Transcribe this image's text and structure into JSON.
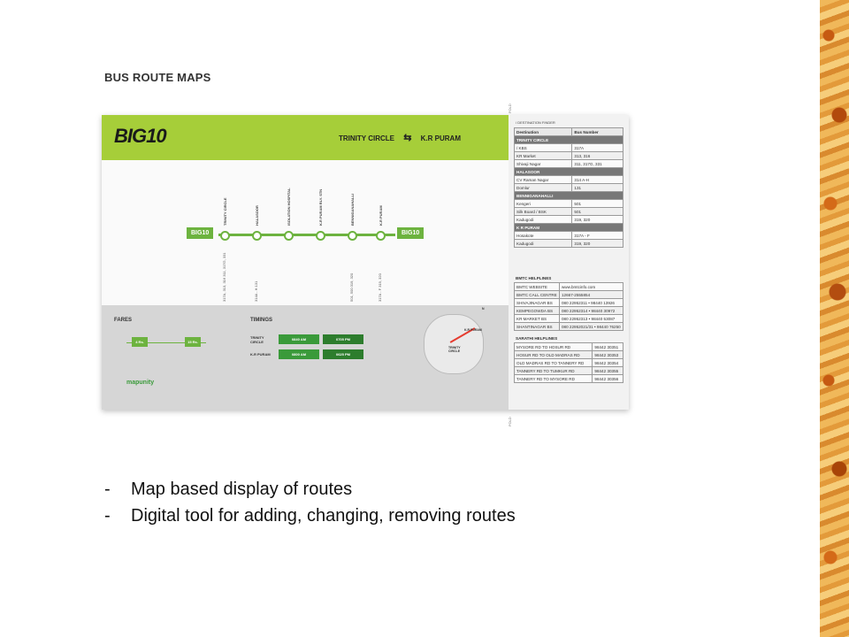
{
  "slide": {
    "title": "BUS ROUTE MAPS",
    "bullets": [
      {
        "dash": "-",
        "text": "Map based display of routes"
      },
      {
        "dash": "-",
        "text": "Digital tool for adding, changing, removing routes"
      }
    ]
  },
  "colors": {
    "brand_green": "#a6ce39",
    "route_green": "#6db33f",
    "border_orange": "#e39a3a"
  },
  "poster": {
    "logo": "BIG10",
    "route_from": "TRINITY CIRCLE",
    "route_arrows": "⇆",
    "route_to": "K.R PURAM",
    "route_tag_left": "BIG10",
    "route_tag_right": "BIG10",
    "stops": [
      {
        "name": "TRINITY CIRCLE",
        "nums": "317A, 313, 316 311, 317G, 331"
      },
      {
        "name": "HALASOOR",
        "nums": "314A - H 131"
      },
      {
        "name": "ISOLATION HOSPITAL",
        "nums": ""
      },
      {
        "name": "K.R PURAM RLY. STN",
        "nums": ""
      },
      {
        "name": "BENNIGANAHALLI",
        "nums": "501, 500 319, 320"
      },
      {
        "name": "K.R PURAM",
        "nums": "317A - F 319, 320"
      }
    ],
    "fares_label": "FARES",
    "fare_min": "4 Rs.",
    "fare_max": "15 Rs.",
    "timings_label": "TIMINGS",
    "timings": [
      {
        "stop": "TRINITY CIRCLE",
        "first": "0840 AM",
        "last": "0705 PM"
      },
      {
        "stop": "K.R PURAM",
        "first": "0800 AM",
        "last": "0625 PM"
      }
    ],
    "map_north": "N",
    "map_kr_puram": "K.R PURAM",
    "map_trinity": "TRINITY CIRCLE",
    "mapunity_name": "mapunity",
    "mapunity_sub": "",
    "fold_top": "FOLD",
    "fold_bottom": "FOLD"
  },
  "finder": {
    "caption": "/ DESTINATION FINDER",
    "col_destination": "Destination",
    "col_bus": "Bus Number",
    "groups": [
      {
        "name": "TRINITY CIRCLE",
        "rows": [
          {
            "dest": "/ KBS",
            "bus": "317A"
          },
          {
            "dest": "KR Market",
            "bus": "313, 316"
          },
          {
            "dest": "Shivaji Nagar",
            "bus": "311, 317G, 331"
          }
        ]
      },
      {
        "name": "HALASOOR",
        "rows": [
          {
            "dest": "CV Raman Nagar",
            "bus": "314 A-H"
          },
          {
            "dest": "Domlur",
            "bus": "131"
          }
        ]
      },
      {
        "name": "BENNIGANAHALLI",
        "rows": [
          {
            "dest": "Kengeri",
            "bus": "501"
          },
          {
            "dest": "Silk Board / BSK",
            "bus": "501"
          },
          {
            "dest": "Kadugodi",
            "bus": "319, 320"
          }
        ]
      },
      {
        "name": "K R PURAM",
        "rows": [
          {
            "dest": "Hosakote",
            "bus": "317A - F"
          },
          {
            "dest": "Kadugodi",
            "bus": "319, 320"
          }
        ]
      }
    ]
  },
  "bmtc": {
    "title": "BMTC HELPLINES",
    "rows": [
      {
        "label": "BMTC WEBSITE",
        "value": "www.bmtcinfo.com"
      },
      {
        "label": "BMTC CALL CENTRE",
        "value": "12667-2555854"
      },
      {
        "label": "SHIVAJINAGAR BS",
        "value": "080 22952311 • 98440 13926"
      },
      {
        "label": "KEMPEGOWDA BS",
        "value": "080 22952314 • 98440 30972"
      },
      {
        "label": "KR MARKET BS",
        "value": "080 22952313 • 98440 53087"
      },
      {
        "label": "SHANTINAGAR BS",
        "value": "080 22952021/31 • 98440 76250"
      }
    ]
  },
  "sarathi": {
    "title": "SARATHI HELPLINES",
    "rows": [
      {
        "label": "MYSORE RD TO HOSUR RD",
        "value": "98442 30351"
      },
      {
        "label": "HOSUR RD TO OLD MADRAS RD",
        "value": "98442 30353"
      },
      {
        "label": "OLD MADRAS RD TO TANNERY RD",
        "value": "98442 30354"
      },
      {
        "label": "TANNERY RD TO TUMKUR RD",
        "value": "98442 30355"
      },
      {
        "label": "TANNERY RD TO MYSORE RD",
        "value": "98442 30356"
      }
    ]
  }
}
